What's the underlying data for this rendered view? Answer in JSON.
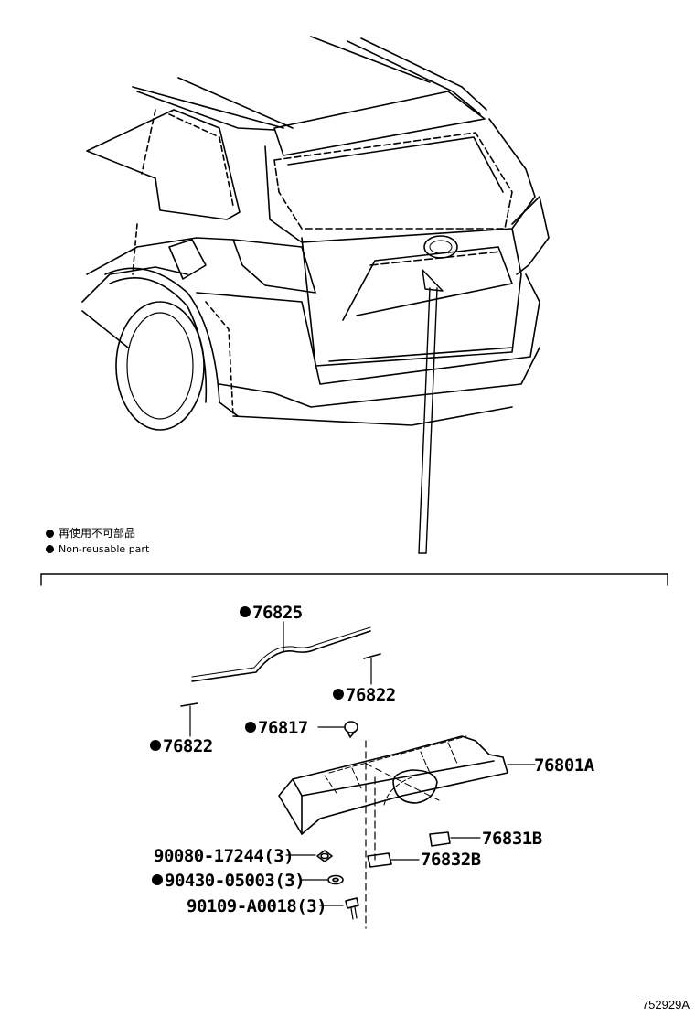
{
  "legend": {
    "japanese": "再使用不可部品",
    "english": "Non-reusable part"
  },
  "parts": [
    {
      "id": "p76825",
      "number": "76825",
      "non_reusable": true
    },
    {
      "id": "p76822a",
      "number": "76822",
      "non_reusable": true
    },
    {
      "id": "p76822b",
      "number": "76822",
      "non_reusable": true
    },
    {
      "id": "p76817",
      "number": "76817",
      "non_reusable": true
    },
    {
      "id": "p76801A",
      "number": "76801A",
      "non_reusable": false
    },
    {
      "id": "p76831B",
      "number": "76831B",
      "non_reusable": false
    },
    {
      "id": "p76832B",
      "number": "76832B",
      "non_reusable": false
    },
    {
      "id": "p90080",
      "number": "90080-17244(3)",
      "non_reusable": false
    },
    {
      "id": "p90430",
      "number": "90430-05003(3)",
      "non_reusable": true
    },
    {
      "id": "p90109",
      "number": "90109-A0018(3)",
      "non_reusable": false
    }
  ],
  "drawing_code": "752929A"
}
